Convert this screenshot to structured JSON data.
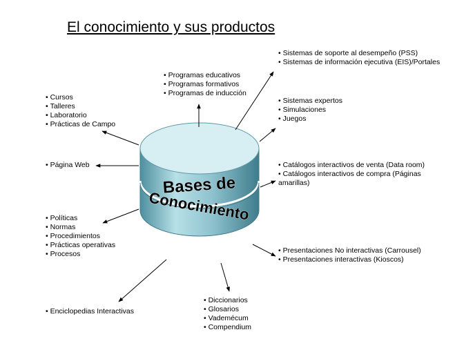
{
  "title": "El conocimiento y sus productos",
  "center": {
    "line1": "Bases de",
    "line2": "Conocimiento",
    "top_color": "#d7eff3",
    "side_color": "#7fb5c2"
  },
  "groups": [
    {
      "id": "capacitacion",
      "items": [
        "Cursos",
        "Talleres",
        "Laboratorio",
        "Prácticas de Campo"
      ]
    },
    {
      "id": "programas",
      "items": [
        "Programas educativos",
        "Programas formativos",
        "Programas de inducción"
      ]
    },
    {
      "id": "sistemas-soporte",
      "items": [
        "Sistemas de soporte al desempeño (PSS)",
        "Sistemas de información ejecutiva (EIS)/Portales"
      ]
    },
    {
      "id": "sistemas-expertos",
      "items": [
        "Sistemas expertos",
        "Simulaciones",
        "Juegos"
      ]
    },
    {
      "id": "pagina-web",
      "items": [
        "Página Web"
      ]
    },
    {
      "id": "catalogos",
      "items": [
        "Catálogos interactivos de venta (Data room)",
        "Catálogos interactivos de compra (Páginas amarillas)"
      ]
    },
    {
      "id": "politicas",
      "items": [
        "Políticas",
        "Normas",
        "Procedimientos",
        "Prácticas operativas",
        "Procesos"
      ]
    },
    {
      "id": "presentaciones",
      "items": [
        "Presentaciones No interactivas (Carrousel)",
        "Presentaciones interactivas (Kioscos)"
      ]
    },
    {
      "id": "enciclopedias",
      "items": [
        "Enciclopedias Interactivas"
      ]
    },
    {
      "id": "diccionarios",
      "items": [
        "Diccionarios",
        "Glosarios",
        "Vademécum",
        "Compendium"
      ]
    }
  ]
}
